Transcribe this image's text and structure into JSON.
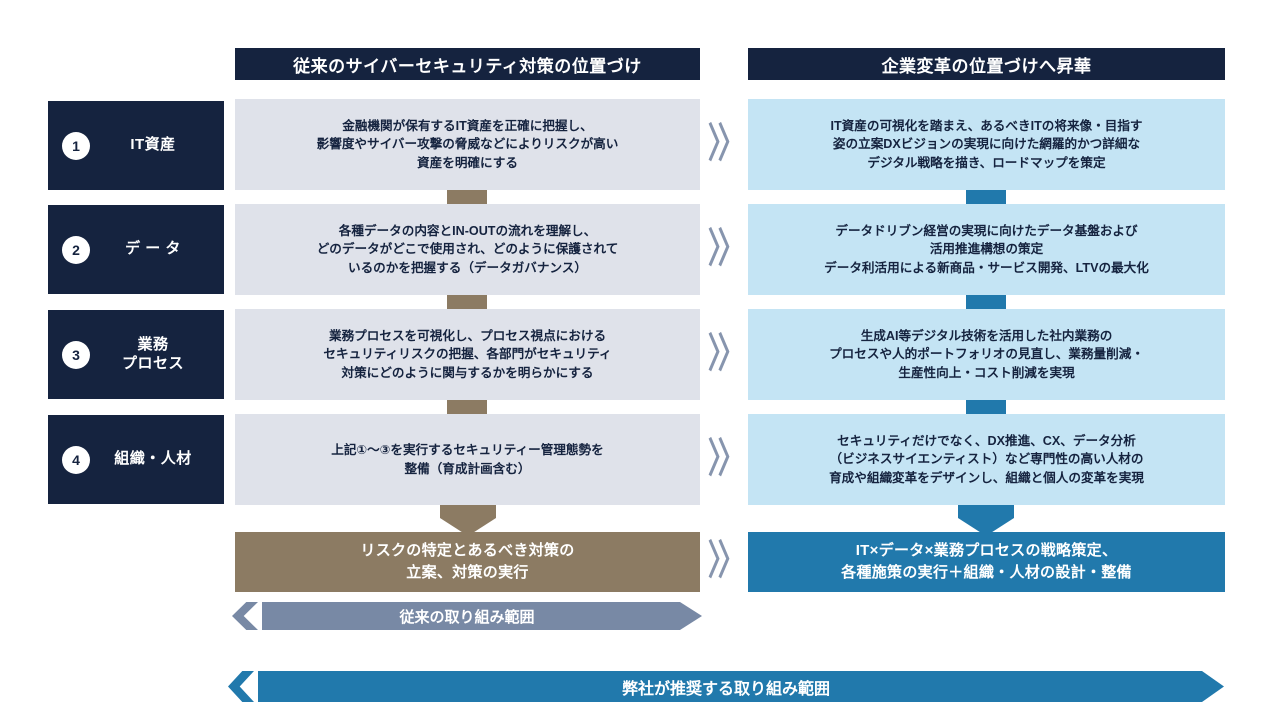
{
  "headers": {
    "left": "従来のサイバーセキュリティ対策の位置づけ",
    "right": "企業変革の位置づけへ昇華"
  },
  "rows": [
    {
      "number": "1",
      "category": "IT資産",
      "left": "金融機関が保有するIT資産を正確に把握し、\n影響度やサイバー攻撃の脅威などによりリスクが高い\n資産を明確にする",
      "right": "IT資産の可視化を踏まえ、あるべきITの将来像・目指す\n姿の立案DXビジョンの実現に向けた網羅的かつ詳細な\nデジタル戦略を描き、ロードマップを策定"
    },
    {
      "number": "2",
      "category": "デ ー タ",
      "left": "各種データの内容とIN-OUTの流れを理解し、\nどのデータがどこで使用され、どのように保護されて\nいるのかを把握する（データガバナンス）",
      "right": "データドリブン経営の実現に向けたデータ基盤および\n活用推進構想の策定\nデータ利活用による新商品・サービス開発、LTVの最大化"
    },
    {
      "number": "3",
      "category": "業務\nプロセス",
      "left": "業務プロセスを可視化し、プロセス視点における\nセキュリティリスクの把握、各部門がセキュリティ\n対策にどのように関与するかを明らかにする",
      "right": "生成AI等デジタル技術を活用した社内業務の\nプロセスや人的ポートフォリオの見直し、業務量削減・\n生産性向上・コスト削減を実現"
    },
    {
      "number": "4",
      "category": "組織・人材",
      "left": "上記①～③を実行するセキュリティー管理態勢を\n整備（育成計画含む）",
      "right": "セキュリティだけでなく、DX推進、CX、データ分析\n（ビジネスサイエンティスト）など専門性の高い人材の\n育成や組織変革をデザインし、組織と個人の変革を実現"
    }
  ],
  "summary": {
    "left": "リスクの特定とあるべき対策の\n立案、対策の実行",
    "right": "IT×データ×業務プロセスの戦略策定、\n各種施策の実行＋組織・人材の設計・整備"
  },
  "scope": {
    "narrow": "従来の取り組み範囲",
    "wide": "弊社が推奨する取り組み範囲"
  },
  "icons": {
    "chevron_right_double": "〉〉",
    "chevron_down": "chevron-down-icon"
  },
  "colors": {
    "navy": "#15233f",
    "left_box": "#dfe2ea",
    "right_box": "#c4e4f4",
    "brown": "#8c7b63",
    "blue": "#2179ac",
    "grey_blue": "#7889a5",
    "chevron_grey": "#8795ae"
  }
}
